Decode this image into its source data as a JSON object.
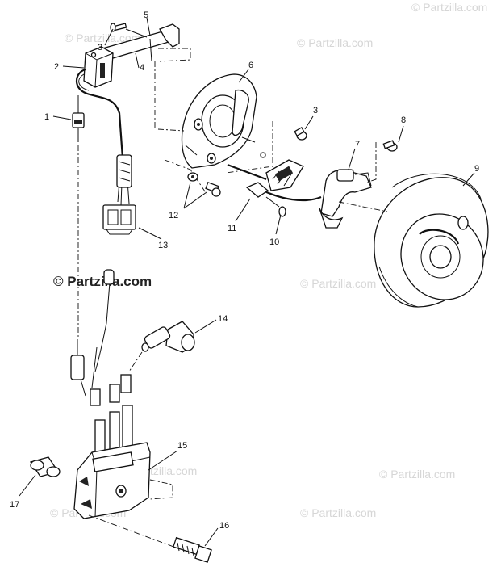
{
  "watermark": {
    "text": "© Partzilla.com",
    "center_text": "© Partzilla.com"
  },
  "callouts": [
    {
      "id": "c1",
      "label": "1"
    },
    {
      "id": "c2",
      "label": "2"
    },
    {
      "id": "c3a",
      "label": "3"
    },
    {
      "id": "c3b",
      "label": "3"
    },
    {
      "id": "c4",
      "label": "4"
    },
    {
      "id": "c5",
      "label": "5"
    },
    {
      "id": "c6",
      "label": "6"
    },
    {
      "id": "c7",
      "label": "7"
    },
    {
      "id": "c8",
      "label": "8"
    },
    {
      "id": "c9",
      "label": "9"
    },
    {
      "id": "c10",
      "label": "10"
    },
    {
      "id": "c11",
      "label": "11"
    },
    {
      "id": "c12",
      "label": "12"
    },
    {
      "id": "c13",
      "label": "13"
    },
    {
      "id": "c14",
      "label": "14"
    },
    {
      "id": "c15",
      "label": "15"
    },
    {
      "id": "c16",
      "label": "16"
    },
    {
      "id": "c17",
      "label": "17"
    }
  ]
}
